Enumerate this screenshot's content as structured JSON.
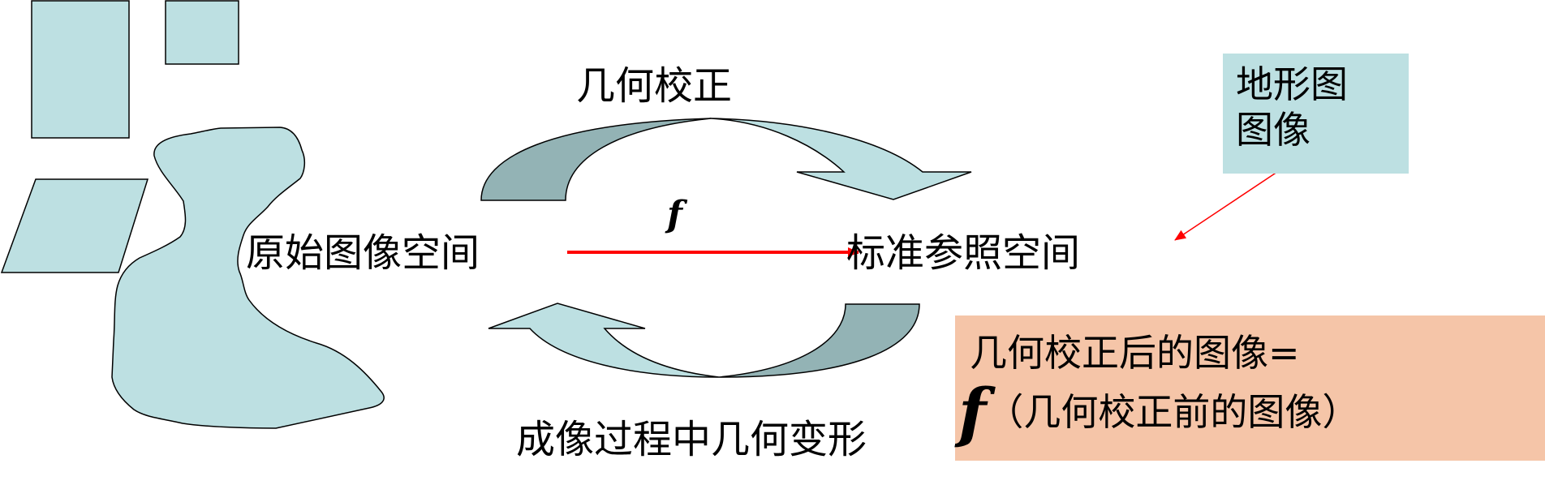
{
  "diagram": {
    "top_label": "几何校正",
    "source_label": "原始图像空间",
    "target_label": "标准参照空间",
    "bottom_label": "成像过程中几何变形",
    "function_symbol": "f",
    "map_box": {
      "line1": "地形图",
      "line2": "图像"
    },
    "formula": {
      "line1": "几何校正后的图像=",
      "symbol": "f",
      "line2": "（几何校正前的图像）"
    }
  },
  "colors": {
    "shape_fill": "#bde0e2",
    "shape_stroke": "#000000",
    "arrow_shadow": "#93b3b5",
    "arrow_red": "#ff0000",
    "map_box_fill": "#bde0e2",
    "formula_box_fill": "#f5c5a8"
  }
}
